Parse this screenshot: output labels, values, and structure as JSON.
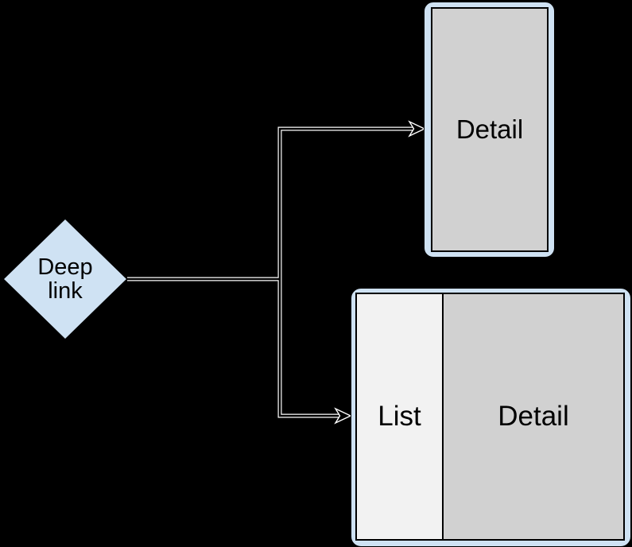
{
  "colors": {
    "background": "#000000",
    "frame_blue": "#cfe2f3",
    "detail_gray": "#d1d1d1",
    "list_gray": "#f2f2f2",
    "outline": "#000000",
    "connector": "#ffffff",
    "text": "#000000"
  },
  "nodes": {
    "deep_link": {
      "label": "Deep link"
    },
    "detail_phone": {
      "label": "Detail"
    },
    "list_detail": {
      "list_label": "List",
      "detail_label": "Detail"
    }
  }
}
